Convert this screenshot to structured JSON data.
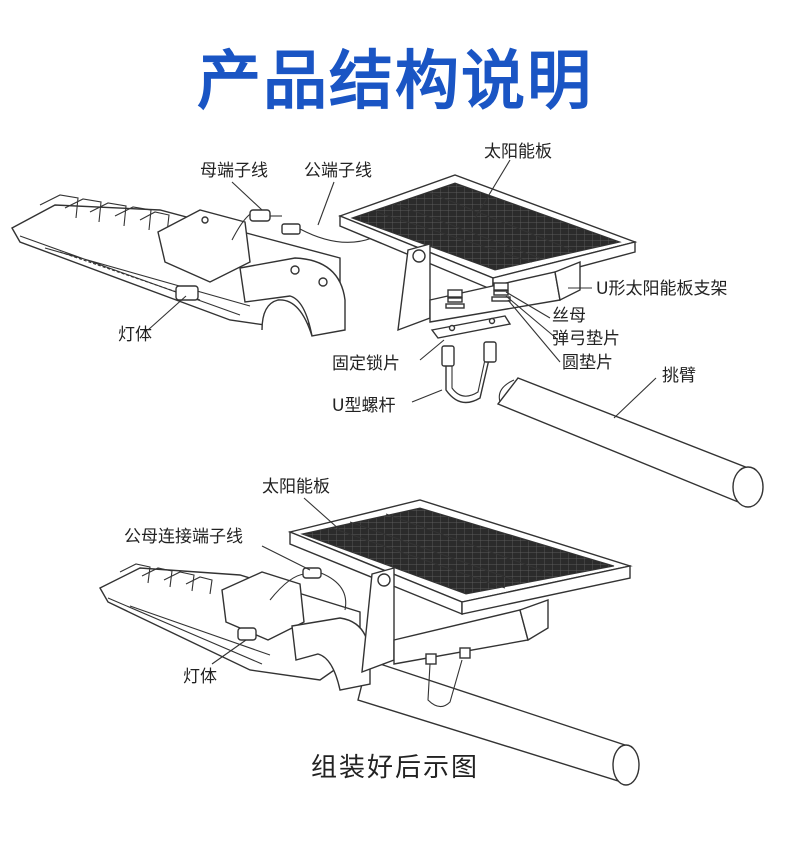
{
  "title": "产品结构说明",
  "title_color": "#1a55c4",
  "top_labels": {
    "female_wire": "母端子线",
    "male_wire": "公端子线",
    "solar_panel": "太阳能板",
    "u_bracket": "U形太阳能板支架",
    "nut": "丝母",
    "spring_washer": "弹弓垫片",
    "round_washer": "圆垫片",
    "lock_plate": "固定锁片",
    "u_bolt": "U型螺杆",
    "arm": "挑臂",
    "lamp_body": "灯体"
  },
  "bottom_labels": {
    "solar_panel": "太阳能板",
    "connector_wire": "公母连接端子线",
    "lamp_body": "灯体"
  },
  "caption": "组装好后示图"
}
